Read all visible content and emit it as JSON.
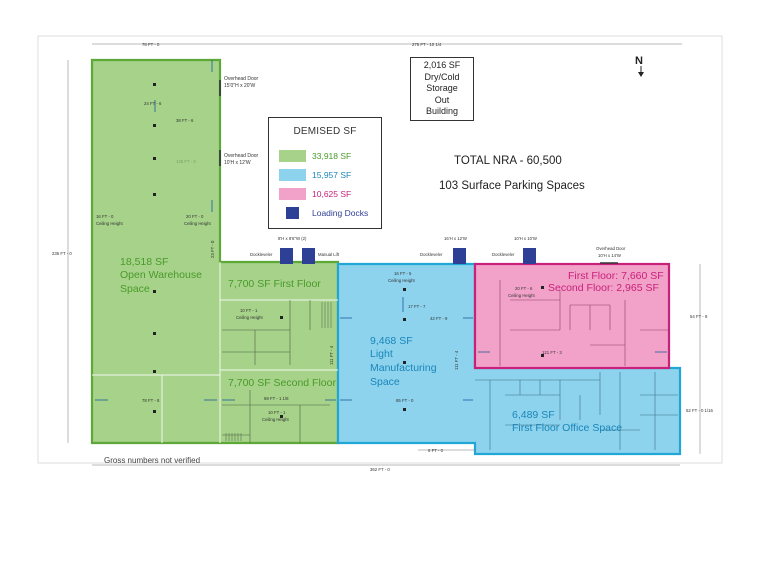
{
  "legend": {
    "title": "DEMISED SF",
    "items": [
      {
        "label": "33,918 SF",
        "color": "#a6d28a",
        "text_color": "#4a9a2a"
      },
      {
        "label": "15,957 SF",
        "color": "#8dd3ee",
        "text_color": "#1a86b8"
      },
      {
        "label": "10,625 SF",
        "color": "#f2a2c8",
        "text_color": "#c8217a"
      },
      {
        "label": "Loading Docks",
        "color": "#2e3f96",
        "text_color": "#2e3f96"
      }
    ]
  },
  "storage": {
    "lines": [
      "2,016 SF",
      "Dry/Cold",
      "Storage",
      "Out",
      "Building"
    ]
  },
  "totals": {
    "nra": "TOTAL NRA - 60,500",
    "parking": "103 Surface Parking Spaces"
  },
  "north": "N",
  "footnote": "Gross numbers not verified",
  "dimensions": {
    "top_left": "78 FT - 0",
    "top_right": "275 FT - 10 1/4",
    "left_height": "236 FT - 0",
    "bottom": "362 FT - 0",
    "right_upper": "54 FT - 8",
    "right_lower": "52 FT - 0 1/16",
    "bottom_mid": "6 FT - 0"
  },
  "green_area": {
    "area": "18,518 SF",
    "name1": "Open Warehouse",
    "name2": "Space",
    "first_floor": "7,700 SF First Floor",
    "second_floor": "7,700 SF Second Floor",
    "dim_24": "24 FT - 6",
    "dim_38": "38 FT - 6",
    "dim_126": "126 FT - 0",
    "ceiling_left_a": "16 FT - 0",
    "ceiling_left_b": "Ceiling Height",
    "ceiling_right_a": "20 FT - 0",
    "ceiling_right_b": "Ceiling Height",
    "dim_vert": "23 FT - 0",
    "office_ceiling_a": "10 FT - 1",
    "office_ceiling_b": "Ceiling Height",
    "dim_78b": "78 FT - 8",
    "dim_69": "69 FT - 1 1/8",
    "upper_ceiling_a": "10 FT - 1",
    "upper_ceiling_b": "Ceiling Height",
    "dim_111a": "111 FT - 4"
  },
  "blue_area": {
    "area": "9,468 SF",
    "name1": "Light",
    "name2": "Manufacturing",
    "name3": "Space",
    "office_area": "6,489 SF",
    "office_name": "First Floor Office Space",
    "ceiling_a": "16 FT - 5",
    "ceiling_b": "Ceiling Height",
    "dim_17": "17 FT - 7",
    "dim_42": "42 FT - 9",
    "dim_85": "85 FT - 0",
    "dim_111b": "111 FT - 4"
  },
  "pink_area": {
    "first": "First Floor: 7,660 SF",
    "second": "Second Floor: 2,965 SF",
    "ceiling_a": "20 FT - 6",
    "ceiling_b": "Ceiling Height",
    "dim_121": "121 FT - 3"
  },
  "doors": {
    "overhead1_a": "Overhead Door",
    "overhead1_b": "15'0\"H x 20'W",
    "overhead2_a": "Overhead Door",
    "overhead2_b": "10'H x 12'W",
    "dock1_size": "8'H x 8'6\"W (2)",
    "dockleveler1": "Dockleveler",
    "manual_lift": "Manual Lift",
    "dock2_size": "16'H x 12'W",
    "dockleveler2": "Dockleveler",
    "dock3_size": "10'H x 10'W",
    "dockleveler3": "Dockleveler",
    "overhead3_a": "Overhead Door",
    "overhead3_b": "10'H x 14'W"
  }
}
